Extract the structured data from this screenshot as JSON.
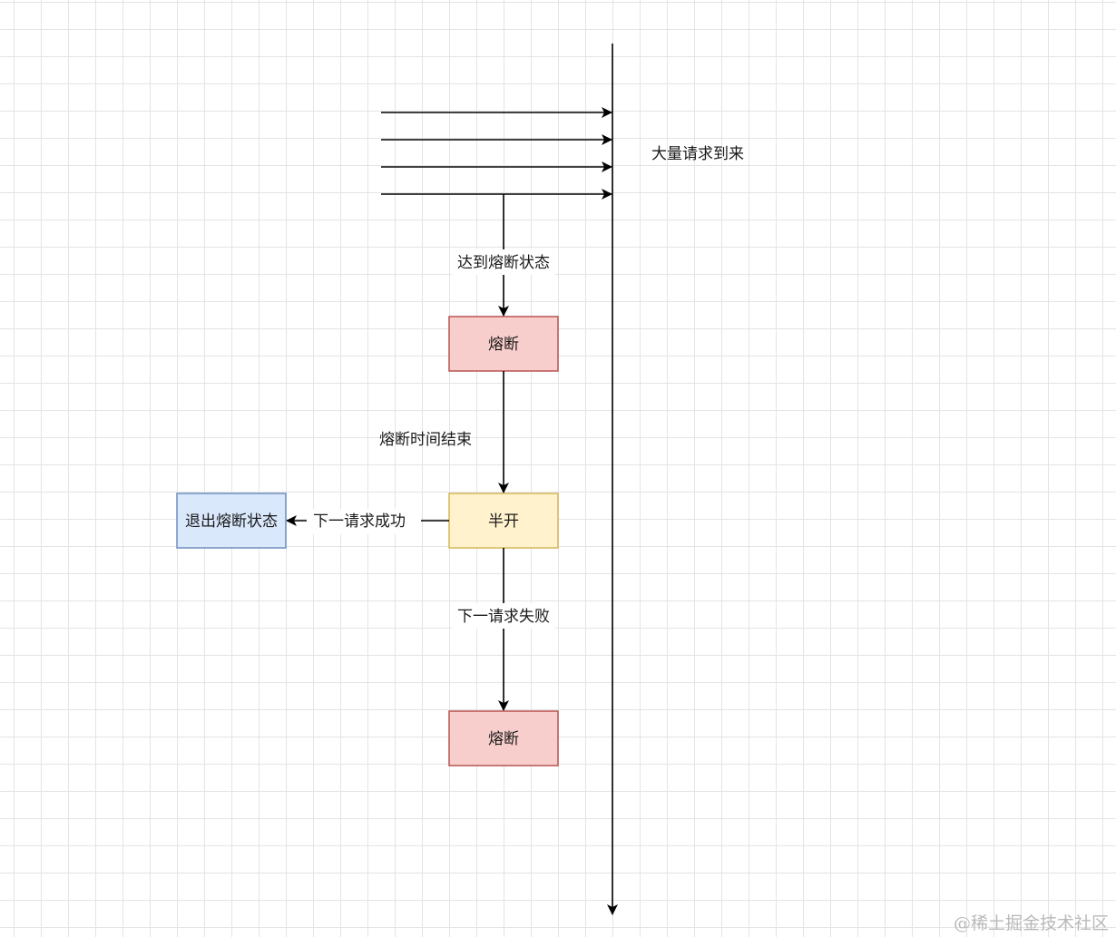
{
  "diagram": {
    "timeline_label": "大量请求到来",
    "edges": {
      "reach_breaker": "达到熔断状态",
      "break_time_end": "熔断时间结束",
      "next_success": "下一请求成功",
      "next_fail": "下一请求失败"
    },
    "nodes": {
      "breaker_1": "熔断",
      "half_open": "半开",
      "exit_breaker": "退出熔断状态",
      "breaker_2": "熔断"
    },
    "colors": {
      "breaker_fill": "#f8cecc",
      "breaker_stroke": "#b85450",
      "half_open_fill": "#fff2cc",
      "half_open_stroke": "#d6b656",
      "exit_fill": "#dae8fc",
      "exit_stroke": "#6c8ebf",
      "line": "#000000"
    }
  },
  "watermark": "@稀土掘金技术社区"
}
